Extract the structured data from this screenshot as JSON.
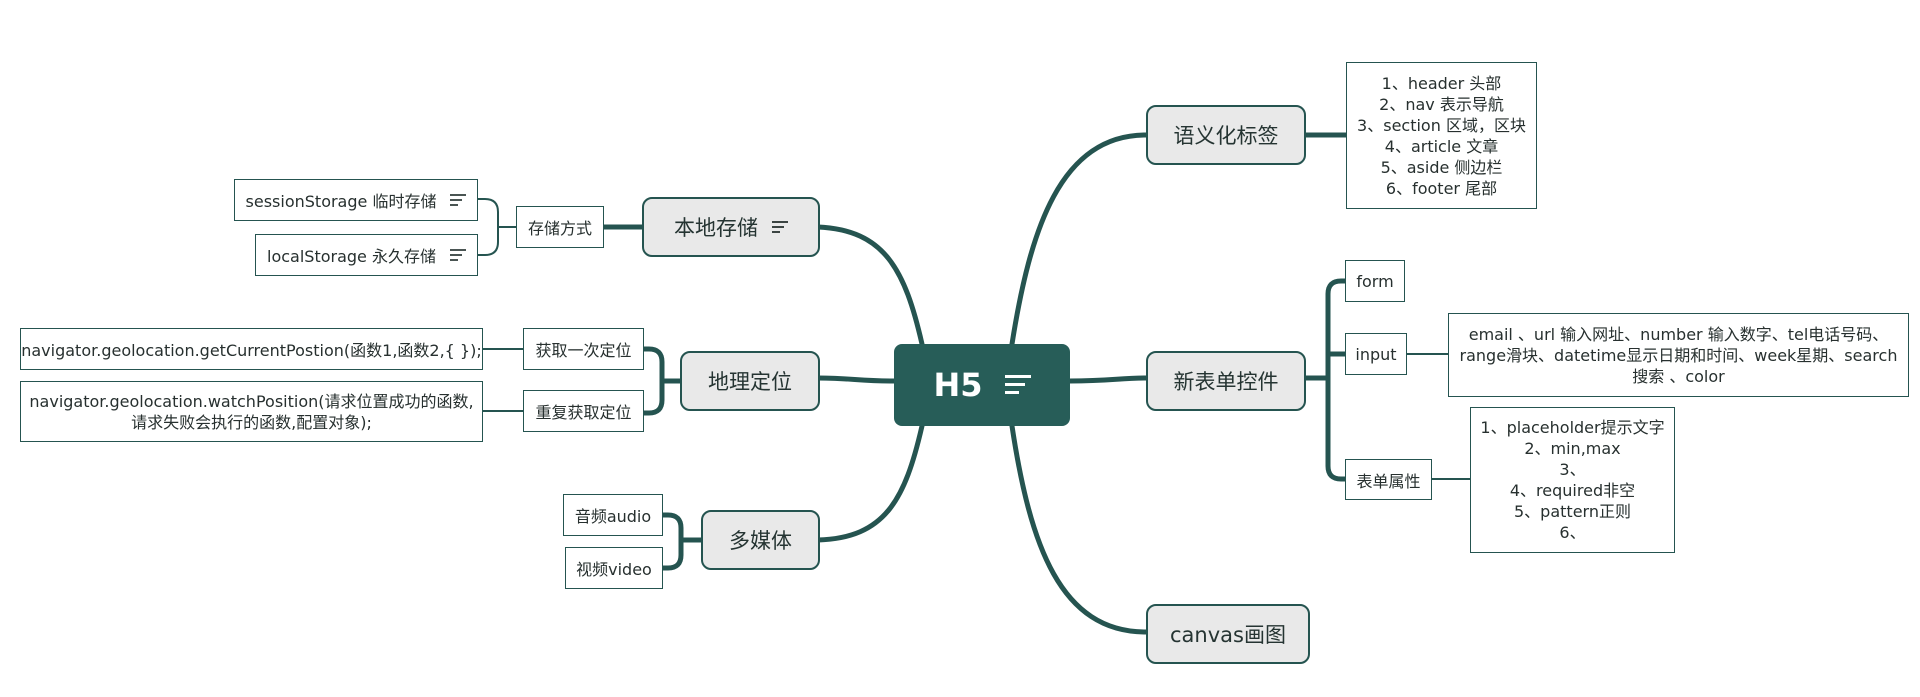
{
  "center": {
    "label": "H5"
  },
  "right": {
    "semantic": {
      "label": "语义化标签",
      "items": [
        "1、header 头部",
        "2、nav 表示导航",
        "3、section 区域，区块",
        "4、article 文章",
        "5、aside 侧边栏",
        "6、footer 尾部"
      ]
    },
    "forms": {
      "label": "新表单控件",
      "form": "form",
      "input": {
        "label": "input",
        "lines": [
          "email 、url 输入网址、number 输入数字、tel电话号码、",
          "range滑块、datetime显示日期和时间、week星期、search",
          "搜索 、color"
        ]
      },
      "attrs": {
        "label": "表单属性",
        "lines": [
          "1、placeholder提示文字",
          "2、min,max",
          "3、",
          "4、required非空",
          "5、pattern正则",
          "6、"
        ]
      }
    },
    "canvas": {
      "label": "canvas画图"
    }
  },
  "left": {
    "storage": {
      "label": "本地存储",
      "method": "存储方式",
      "session": "sessionStorage 临时存储",
      "local": "localStorage 永久存储"
    },
    "geo": {
      "label": "地理定位",
      "once": {
        "label": "获取一次定位",
        "code": "navigator.geolocation.getCurrentPostion(函数1,函数2,{ });"
      },
      "repeat": {
        "label": "重复获取定位",
        "lines": [
          "navigator.geolocation.watchPosition(请求位置成功的函数,",
          "请求失败会执行的函数,配置对象);"
        ]
      }
    },
    "media": {
      "label": "多媒体",
      "audio": "音频audio",
      "video": "视频video"
    }
  },
  "colors": {
    "center_fill": "#275d58",
    "line": "#255450",
    "main_fill": "#e9e9e9"
  },
  "icons": {
    "notes": "lines-note-icon"
  }
}
